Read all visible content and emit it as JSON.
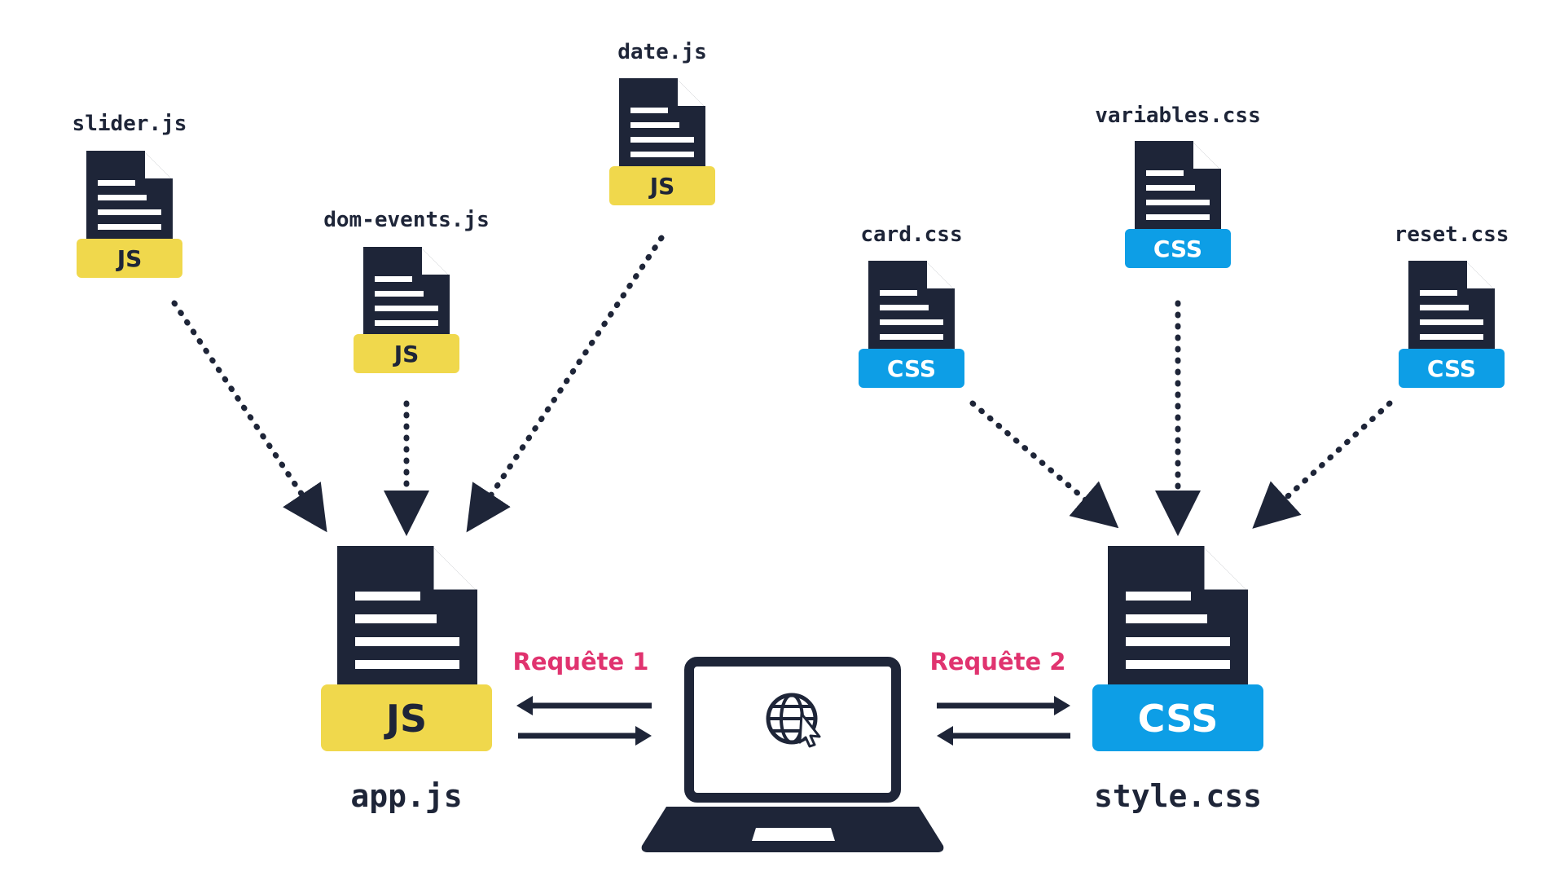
{
  "colors": {
    "ink": "#1e2538",
    "js_badge": "#f0d84c",
    "css_badge": "#0d9ee6",
    "request_label": "#e0336f",
    "background": "#ffffff"
  },
  "js_sources": [
    {
      "filename": "slider.js",
      "badge": "JS"
    },
    {
      "filename": "dom-events.js",
      "badge": "JS"
    },
    {
      "filename": "date.js",
      "badge": "JS"
    }
  ],
  "css_sources": [
    {
      "filename": "card.css",
      "badge": "CSS"
    },
    {
      "filename": "variables.css",
      "badge": "CSS"
    },
    {
      "filename": "reset.css",
      "badge": "CSS"
    }
  ],
  "bundles": {
    "js": {
      "filename": "app.js",
      "badge": "JS"
    },
    "css": {
      "filename": "style.css",
      "badge": "CSS"
    }
  },
  "requests": {
    "left": "Requête 1",
    "right": "Requête 2"
  },
  "icons": {
    "file": "document-icon",
    "laptop": "laptop-icon",
    "browser": "globe-cursor-icon"
  }
}
